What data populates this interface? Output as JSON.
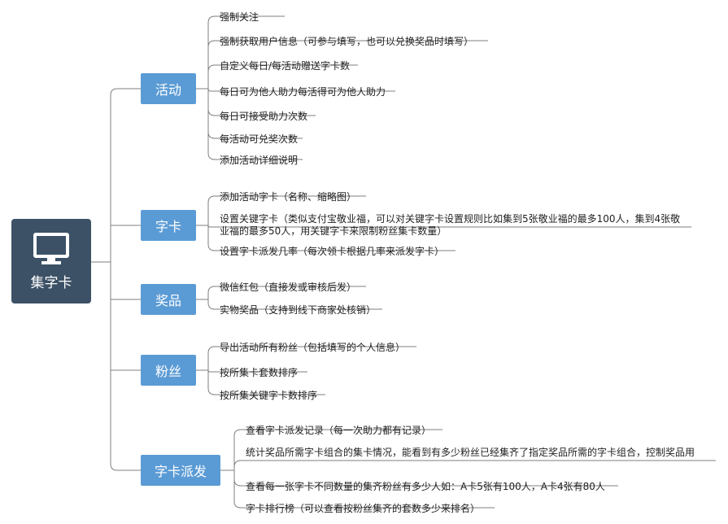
{
  "root": {
    "label": "集字卡",
    "icon": "monitor-icon"
  },
  "branches": [
    {
      "label": "活动",
      "items": [
        "强制关注",
        "强制获取用户信息（可参与填写，也可以兑换奖品时填写）",
        "自定义每日/每活动赠送字卡数",
        "每日可为他人助力每活得可为他人助力",
        "每日可接受助力次数",
        "每活动可兑奖次数",
        "添加活动详细说明"
      ]
    },
    {
      "label": "字卡",
      "items": [
        "添加活动字卡（名称、缩略图）",
        "设置关键字卡（类似支付宝敬业福，可以对关键字卡设置规则比如集到5张敬业福的最多100人，集到4张敬业福的最多50人，用关键字卡来限制粉丝集卡数量）",
        "设置字卡派发几率（每次领卡根据几率来派发字卡）"
      ]
    },
    {
      "label": "奖品",
      "items": [
        "微信红包（直接发或审核后发）",
        "实物奖品（支持到线下商家处核销）"
      ]
    },
    {
      "label": "粉丝",
      "items": [
        "导出活动所有粉丝（包括填写的个人信息）",
        "按所集卡套数排序",
        "按所集关键字卡数排序"
      ]
    },
    {
      "label": "字卡派发",
      "items": [
        "查看字卡派发记录（每一次助力都有记录）",
        "统计奖品所需字卡组合的集卡情况，能看到有多少粉丝已经集齐了指定奖品所需的字卡组合，控制奖品用",
        "查看每一张字卡不同数量的集齐粉丝有多少人如：A卡5张有100人，A卡4张有80人",
        "字卡排行榜（可以查看按粉丝集齐的套数多少来排名）"
      ]
    }
  ],
  "colors": {
    "root": "#3c5166",
    "branch": "#5b9bd5",
    "line": "#7f7f7f"
  }
}
